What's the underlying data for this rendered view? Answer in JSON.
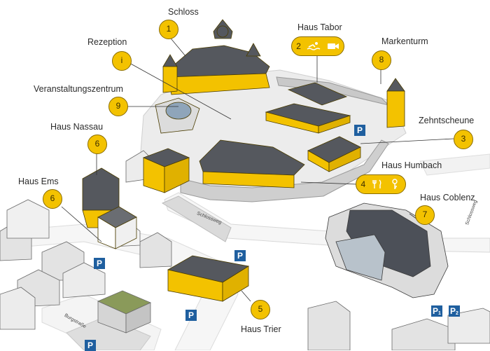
{
  "colors": {
    "accent": "#f3c200",
    "roof": "#55585e",
    "parking": "#1f5f9f"
  },
  "labels": {
    "schloss": "Schloss",
    "rezeption": "Rezeption",
    "veranstaltungszentrum": "Veranstaltungszentrum",
    "haus_nassau": "Haus Nassau",
    "haus_ems": "Haus Ems",
    "haus_tabor": "Haus Tabor",
    "markenturm": "Markenturm",
    "zehntscheune": "Zehntscheune",
    "haus_humbach": "Haus Humbach",
    "haus_coblenz": "Haus Coblenz",
    "haus_trier": "Haus Trier"
  },
  "markers": {
    "schloss": "1",
    "rezeption": "i",
    "veranstaltungszentrum": "9",
    "haus_nassau": "6",
    "haus_ems": "6",
    "haus_tabor": "2",
    "markenturm": "8",
    "zehntscheune": "3",
    "haus_humbach": "4",
    "haus_coblenz": "7",
    "haus_trier": "5"
  },
  "parking": {
    "symbol": "P",
    "sub1": "1",
    "sub2": "2"
  },
  "streets": {
    "schlossweg_1": "Schlossweg",
    "schlossweg_2": "Schlossweg",
    "burgstrasse": "Burgstraße"
  },
  "icons": {
    "tabor_1": "swimming-icon",
    "tabor_2": "video-camera-icon",
    "humbach_1": "restaurant-icon",
    "humbach_2": "key-icon"
  }
}
